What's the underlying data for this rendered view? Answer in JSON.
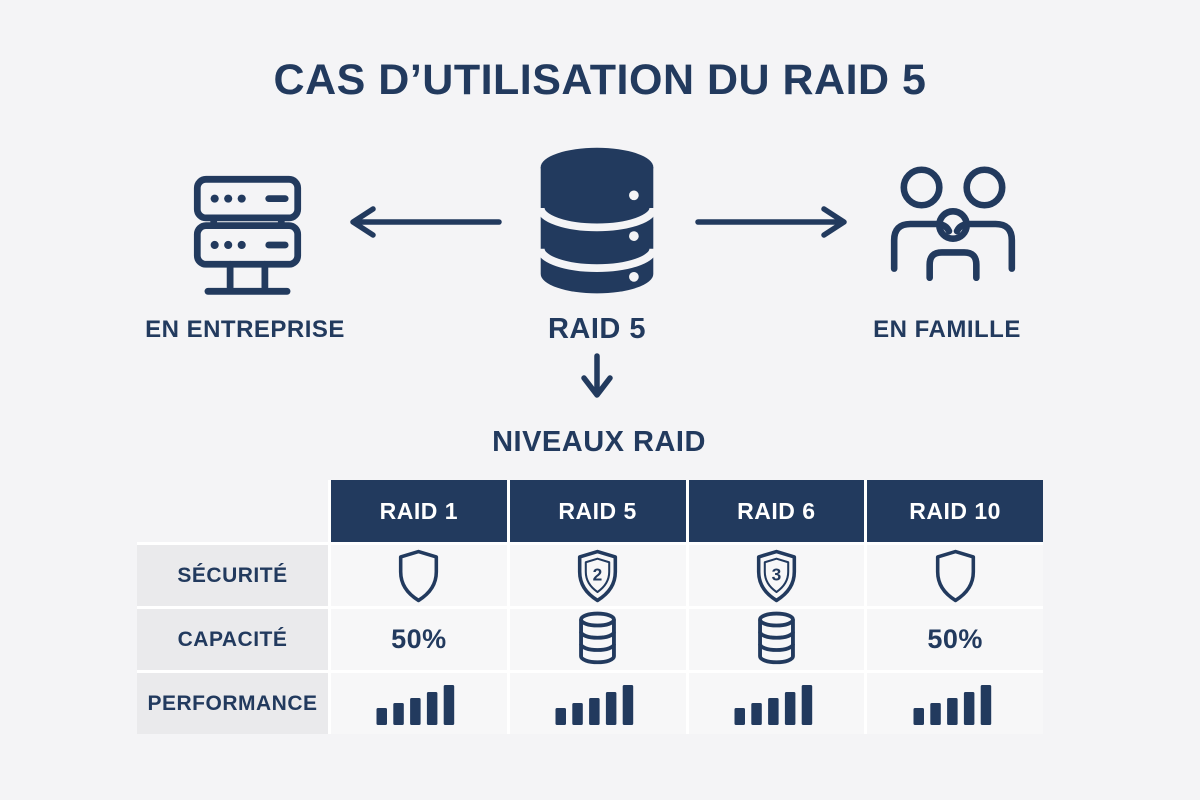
{
  "title": "CAS D’UTILISATION DU RAID 5",
  "colors": {
    "navy": "#223a5e",
    "background": "#f4f4f6",
    "row_label_bg": "#eaeaec",
    "data_cell_bg": "#f7f7f8",
    "header_text": "#ffffff"
  },
  "diagram": {
    "enterprise": {
      "label": "EN ENTREPRISE",
      "icon": "server-rack-icon"
    },
    "raid": {
      "label": "RAID 5",
      "icon": "database-icon"
    },
    "family": {
      "label": "EN FAMILLE",
      "icon": "family-icon"
    },
    "arrows": [
      "left-arrow",
      "right-arrow",
      "down-arrow"
    ]
  },
  "levels": {
    "heading": "NIVEAUX RAID",
    "columns": [
      "RAID 1",
      "RAID 5",
      "RAID 6",
      "RAID 10"
    ],
    "security": {
      "label": "SÉCURITÉ",
      "raid1": "shield-icon",
      "raid5_level": "2",
      "raid6_level": "3",
      "raid10": "shield-icon"
    },
    "capacity": {
      "label": "CAPACITÉ",
      "raid1": "50%",
      "raid5": "database-icon",
      "raid6": "database-icon",
      "raid10": "50%"
    },
    "performance": {
      "label": "PERFORMANCE",
      "raid1": "bar-chart-icon",
      "raid5": "bar-chart-icon",
      "raid6": "bar-chart-icon",
      "raid10": "bar-chart-icon",
      "bar_levels": [
        1,
        2,
        3,
        4,
        5
      ]
    }
  }
}
